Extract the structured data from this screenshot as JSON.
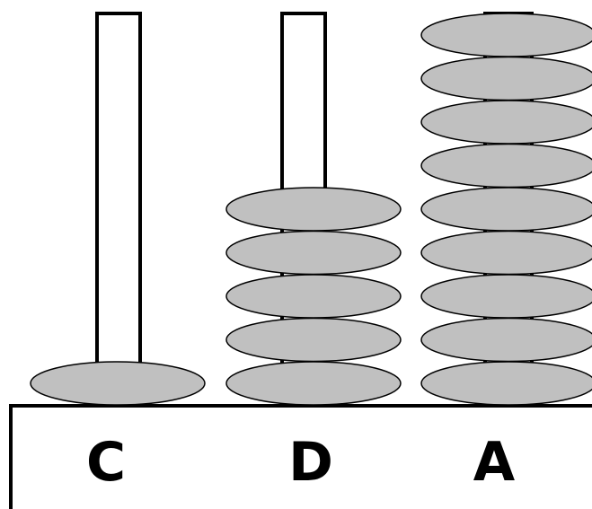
{
  "colors": {
    "bead_fill": "#c0c0c0",
    "outline": "#000000",
    "background": "#ffffff"
  },
  "rods": [
    {
      "label": "C",
      "beads": 1
    },
    {
      "label": "D",
      "beads": 5
    },
    {
      "label": "A",
      "beads": 9
    }
  ]
}
